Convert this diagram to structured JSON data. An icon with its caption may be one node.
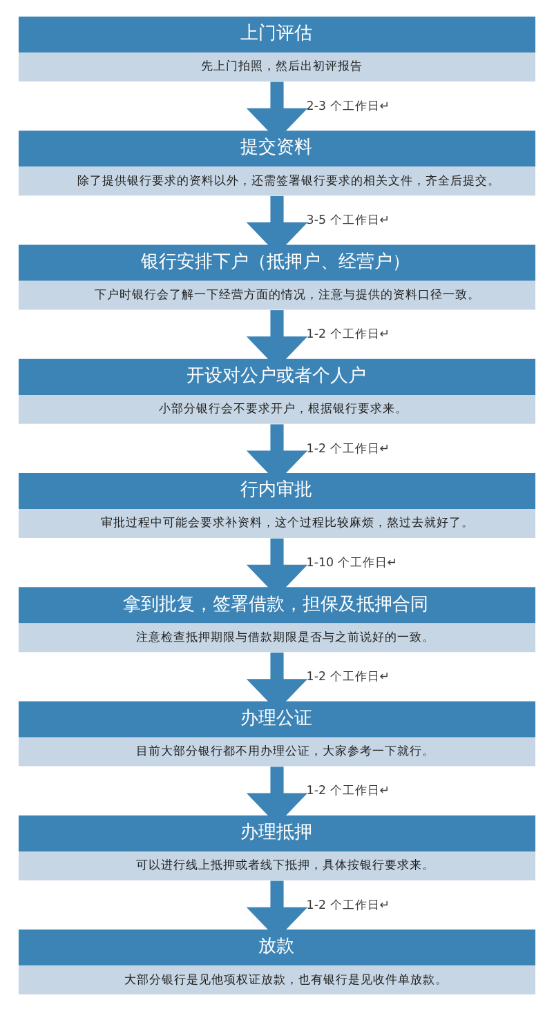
{
  "diagram": {
    "nodes": [
      {
        "text": [
          "上门评估",
          "先上门拍照，然后出初评报告"
        ]
      },
      {
        "text": [
          "提交资料",
          "除了提供银行要求的资料以外，还需签署银行要求的相关文件，齐全后提交。"
        ]
      },
      {
        "text": [
          "银行安排下户（抵押户、经营户）",
          "下户时银行会了解一下经营方面的情况，注意与提供的资料口径一致。"
        ]
      },
      {
        "text": [
          "开设对公户或者个人户",
          "小部分银行会不要求开户，根据银行要求来。"
        ]
      },
      {
        "text": [
          "行内审批",
          "审批过程中可能会要求补资料，这个过程比较麻烦，熬过去就好了。"
        ]
      },
      {
        "text": [
          "拿到批复，签署借款，担保及抵押合同",
          "注意检查抵押期限与借款期限是否与之前说好的一致。"
        ]
      },
      {
        "text": [
          "办理公证",
          "目前大部分银行都不用办理公证，大家参考一下就行。"
        ]
      },
      {
        "text": [
          "办理抵押",
          "可以进行线上抵押或者线下抵押，具体按银行要求来。"
        ]
      },
      {
        "text": [
          "放款",
          "大部分银行是见他项权证放款，也有银行是见收件单放款。"
        ]
      }
    ],
    "edges": [
      {
        "from": 0,
        "to": 1,
        "arrow": "to",
        "label": "2-3 个工作日↵"
      },
      {
        "from": 1,
        "to": 2,
        "arrow": "to",
        "label": "3-5 个工作日↵"
      },
      {
        "from": 2,
        "to": 3,
        "arrow": "to",
        "label": "1-2 个工作日↵"
      },
      {
        "from": 3,
        "to": 4,
        "arrow": "to",
        "label": "1-2 个工作日↵"
      },
      {
        "from": 4,
        "to": 5,
        "arrow": "to",
        "label": "1-10 个工作日↵"
      },
      {
        "from": 5,
        "to": 6,
        "arrow": "to",
        "label": "1-2 个工作日↵"
      },
      {
        "from": 6,
        "to": 7,
        "arrow": "to",
        "label": "1-2 个工作日↵"
      },
      {
        "from": 7,
        "to": 8,
        "arrow": "to",
        "label": "1-2 个工作日↵"
      }
    ]
  }
}
